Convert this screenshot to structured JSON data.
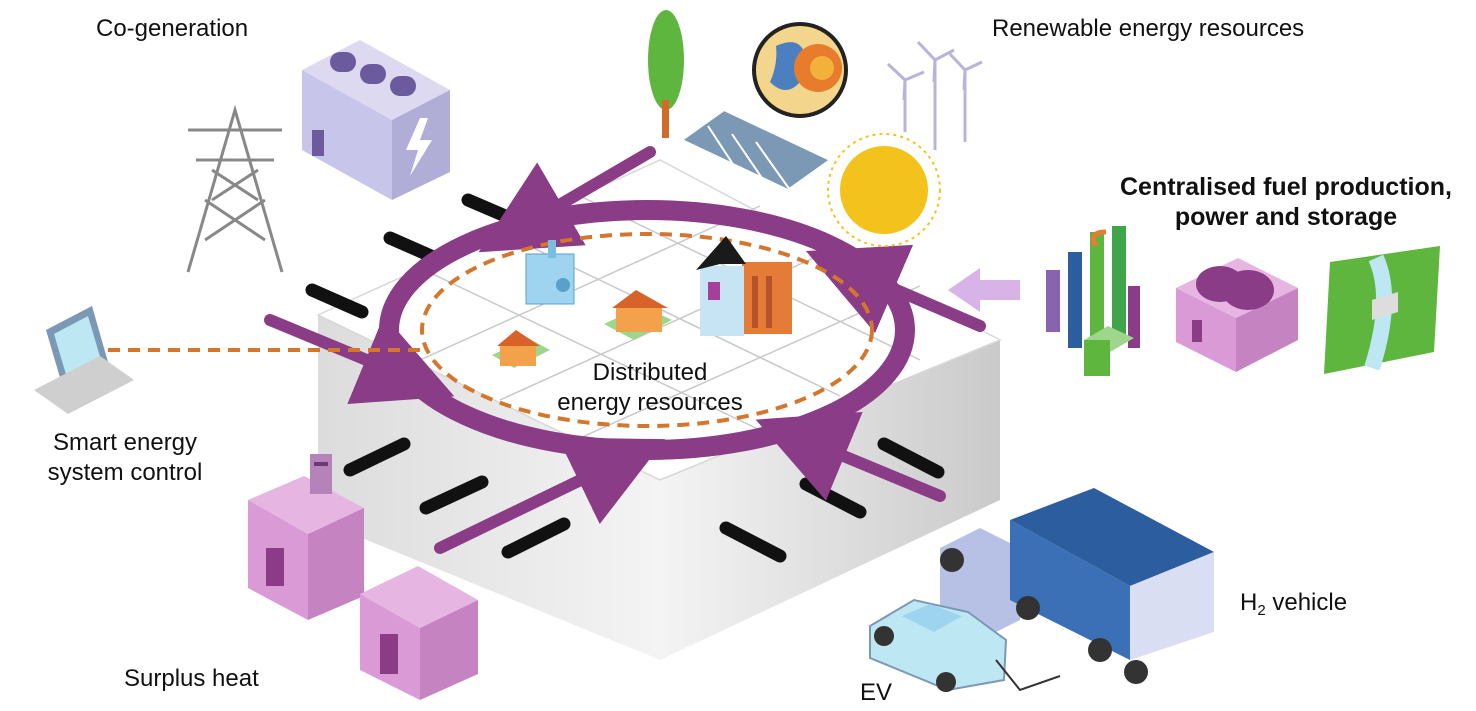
{
  "labels": {
    "cogeneration": "Co-generation",
    "renewable": "Renewable energy resources",
    "centralised_line1": "Centralised fuel production,",
    "centralised_line2": "power and storage",
    "smart_line1": "Smart energy",
    "smart_line2": "system control",
    "distributed_line1": "Distributed",
    "distributed_line2": "energy resources",
    "h2_prefix": "H",
    "h2_subscript": "2",
    "h2_suffix": " vehicle",
    "ev": "EV",
    "surplus_heat": "Surplus heat"
  },
  "colors": {
    "purple_ring": "#8a3d86",
    "dashed_ring": "#d4762c",
    "platform_top": "#ffffff",
    "platform_side_light": "#efefef",
    "platform_side_dark": "#cfcfcf",
    "building_pink": "#e6b5e2",
    "truck_blue": "#2c5d9e",
    "ev_cyan": "#bde7f2",
    "sun_yellow": "#f4c21c",
    "solar_panel": "#7b98b4",
    "grass_green": "#62b545"
  },
  "icons": [
    "transmission-tower-icon",
    "cogeneration-plant-icon",
    "tree-icon",
    "globe-icon",
    "solar-panel-icon",
    "wind-turbines-icon",
    "sun-icon",
    "computer-icon",
    "industrial-plant-icon",
    "storage-tank-icon",
    "hydro-dam-icon",
    "factory-icon",
    "truck-icon",
    "ev-car-icon"
  ]
}
